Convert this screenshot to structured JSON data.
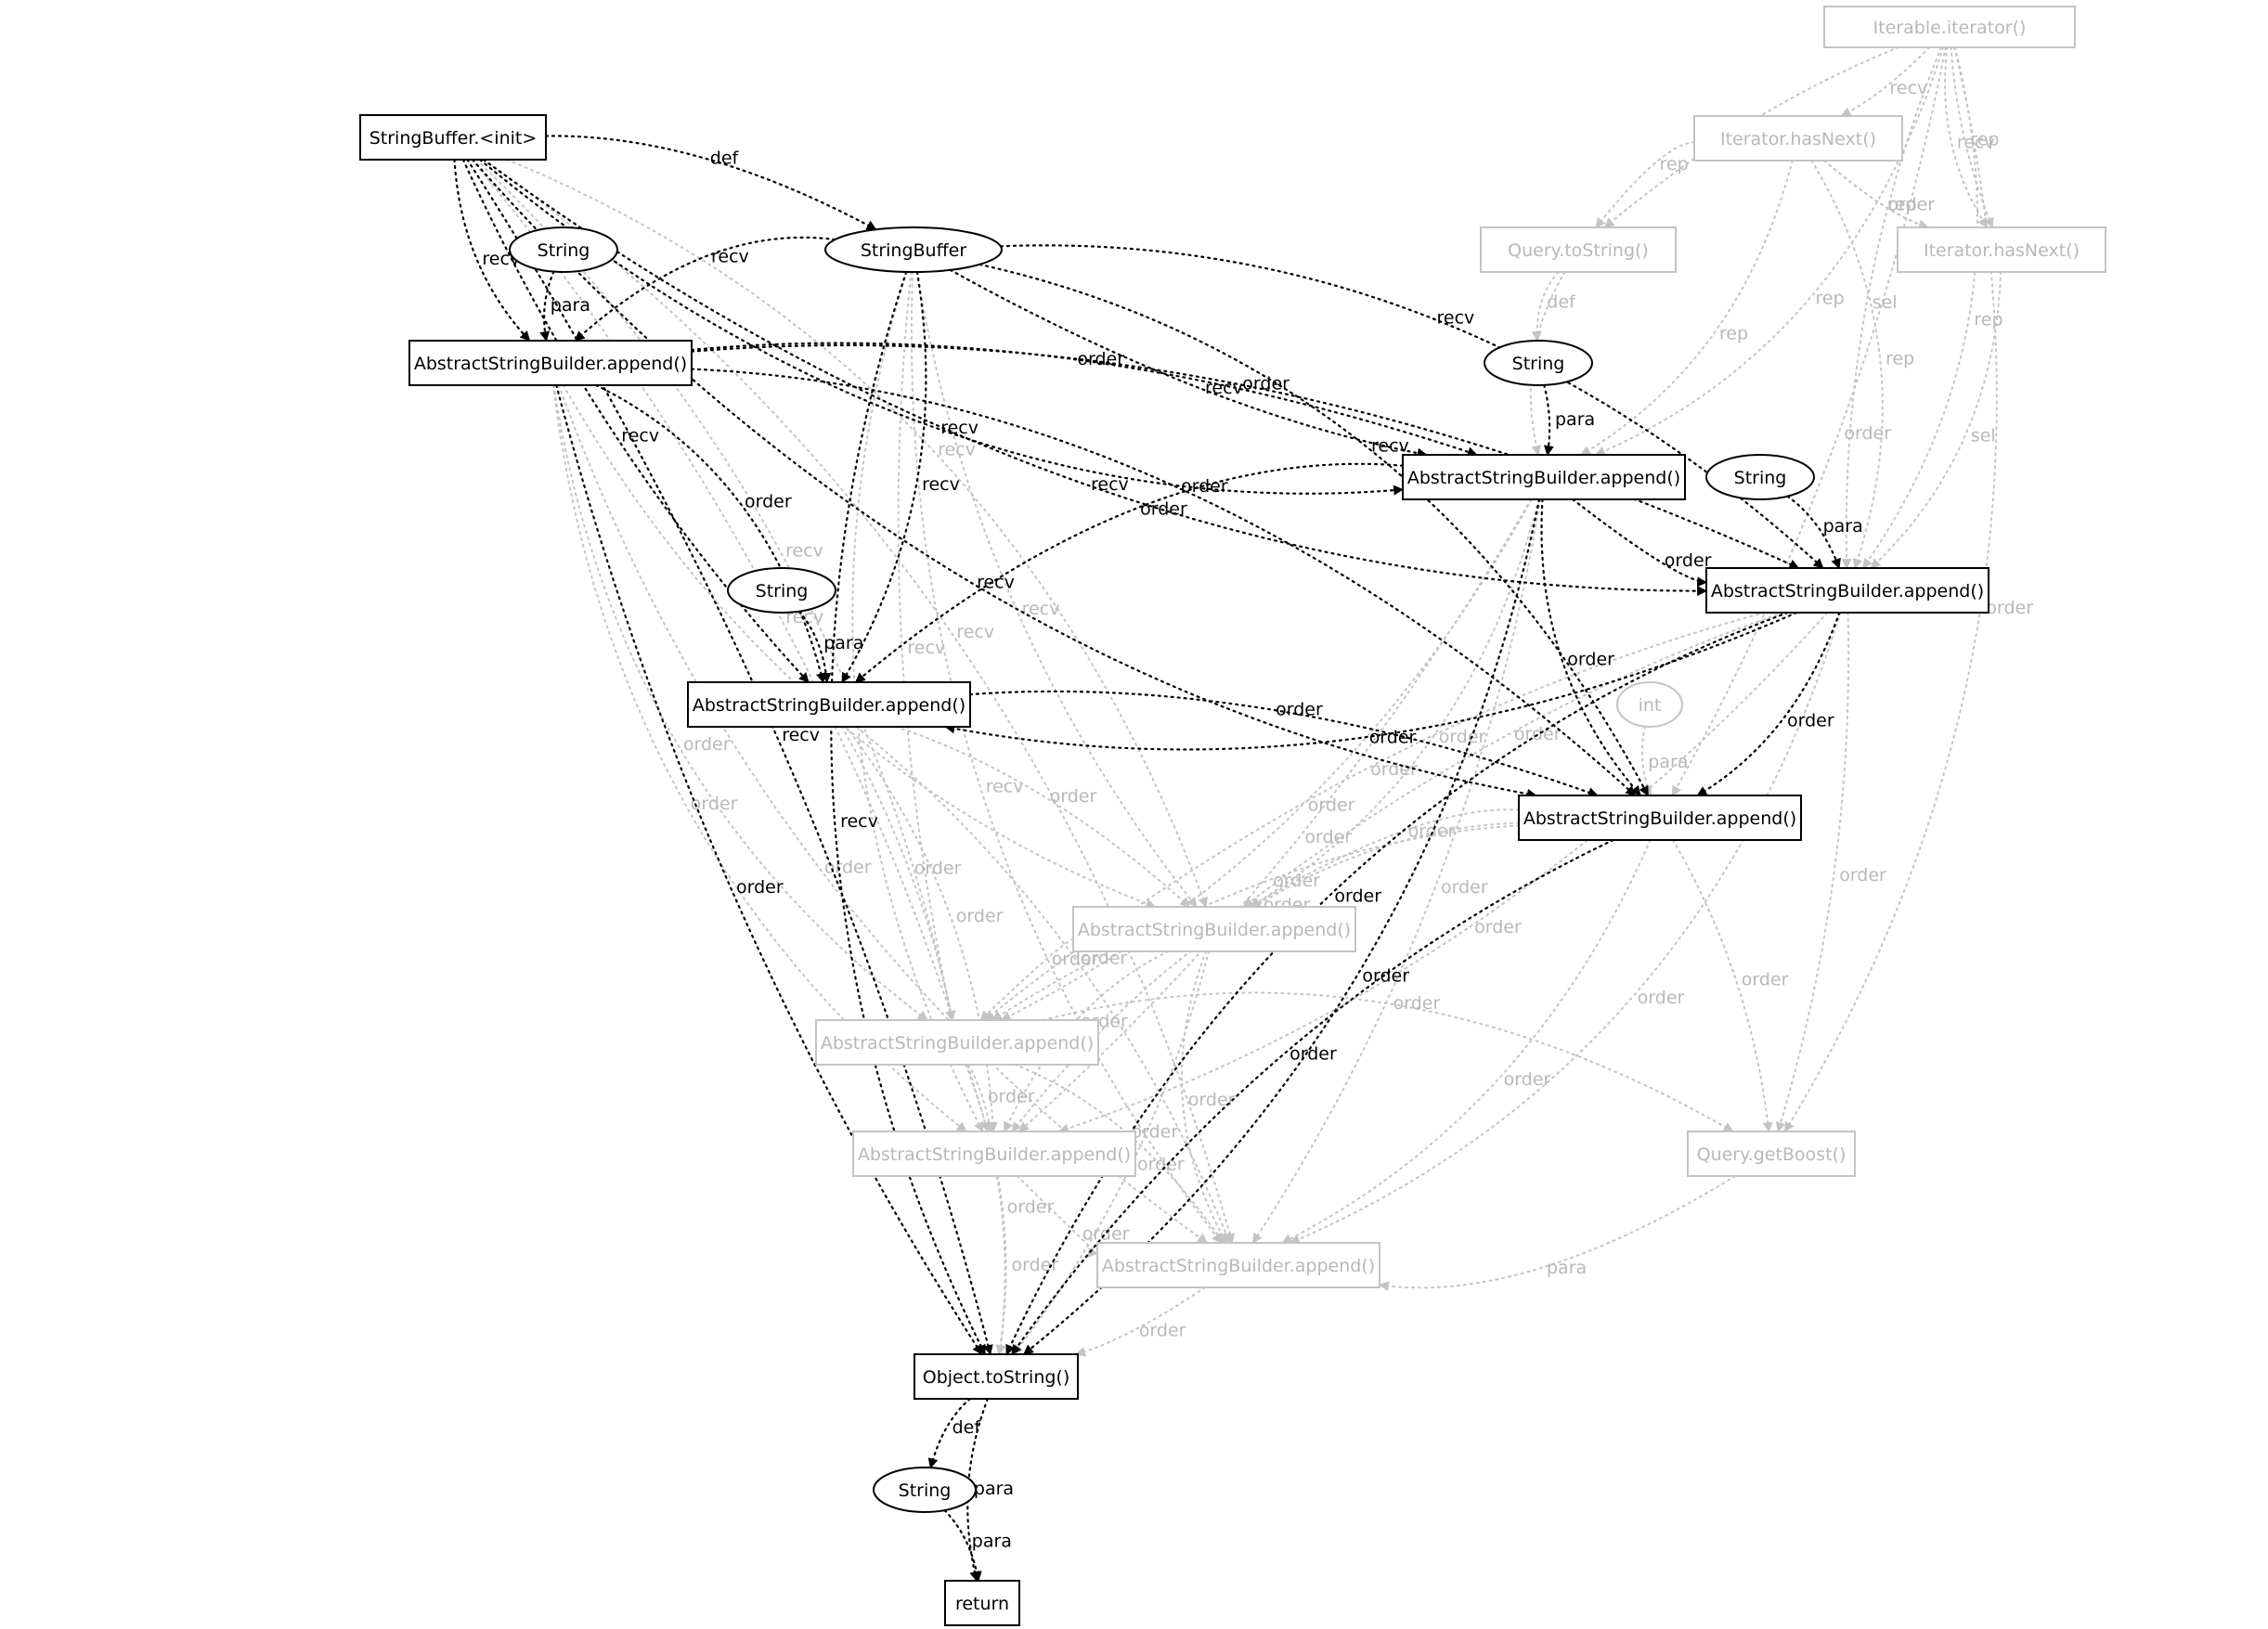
{
  "nodes": {
    "n_iter_iterator": {
      "label": "Iterable.iterator()",
      "shape": "box",
      "faint": true
    },
    "n_sb_init": {
      "label": "StringBuffer.<init>",
      "shape": "box",
      "faint": false
    },
    "n_hasnext1": {
      "label": "Iterator.hasNext()",
      "shape": "box",
      "faint": true
    },
    "n_query_tostring": {
      "label": "Query.toString()",
      "shape": "box",
      "faint": true
    },
    "n_hasnext2": {
      "label": "Iterator.hasNext()",
      "shape": "box",
      "faint": true
    },
    "n_string1": {
      "label": "String",
      "shape": "ellipse",
      "faint": false
    },
    "n_stringbuffer": {
      "label": "StringBuffer",
      "shape": "ellipse",
      "faint": false
    },
    "n_asb_a": {
      "label": "AbstractStringBuilder.append()",
      "shape": "box",
      "faint": false
    },
    "n_string2": {
      "label": "String",
      "shape": "ellipse",
      "faint": false
    },
    "n_asb_b": {
      "label": "AbstractStringBuilder.append()",
      "shape": "box",
      "faint": false
    },
    "n_string3": {
      "label": "String",
      "shape": "ellipse",
      "faint": false
    },
    "n_asb_c": {
      "label": "AbstractStringBuilder.append()",
      "shape": "box",
      "faint": false
    },
    "n_string4": {
      "label": "String",
      "shape": "ellipse",
      "faint": false
    },
    "n_asb_d": {
      "label": "AbstractStringBuilder.append()",
      "shape": "box",
      "faint": false
    },
    "n_int": {
      "label": "int",
      "shape": "ellipse",
      "faint": true
    },
    "n_asb_e": {
      "label": "AbstractStringBuilder.append()",
      "shape": "box",
      "faint": false
    },
    "n_asb_f": {
      "label": "AbstractStringBuilder.append()",
      "shape": "box",
      "faint": true
    },
    "n_asb_g": {
      "label": "AbstractStringBuilder.append()",
      "shape": "box",
      "faint": true
    },
    "n_asb_h": {
      "label": "AbstractStringBuilder.append()",
      "shape": "box",
      "faint": true
    },
    "n_getboost": {
      "label": "Query.getBoost()",
      "shape": "box",
      "faint": true
    },
    "n_asb_i": {
      "label": "AbstractStringBuilder.append()",
      "shape": "box",
      "faint": true
    },
    "n_obj_tostring": {
      "label": "Object.toString()",
      "shape": "box",
      "faint": false
    },
    "n_string5": {
      "label": "String",
      "shape": "ellipse",
      "faint": false
    },
    "n_return": {
      "label": "return",
      "shape": "box",
      "faint": false
    }
  },
  "edges": [
    {
      "from": "n_sb_init",
      "to": "n_stringbuffer",
      "label": "def",
      "faint": false
    },
    {
      "from": "n_sb_init",
      "to": "n_asb_a",
      "label": "recv",
      "faint": false
    },
    {
      "from": "n_sb_init",
      "to": "n_asb_b",
      "label": "recv",
      "faint": false
    },
    {
      "from": "n_sb_init",
      "to": "n_asb_c",
      "label": "recv",
      "faint": false
    },
    {
      "from": "n_sb_init",
      "to": "n_asb_d",
      "label": "recv",
      "faint": false
    },
    {
      "from": "n_sb_init",
      "to": "n_asb_e",
      "label": "recv",
      "faint": false
    },
    {
      "from": "n_sb_init",
      "to": "n_obj_tostring",
      "label": "recv",
      "faint": false
    },
    {
      "from": "n_string1",
      "to": "n_asb_a",
      "label": "para",
      "faint": false
    },
    {
      "from": "n_stringbuffer",
      "to": "n_asb_a",
      "label": "recv",
      "faint": false
    },
    {
      "from": "n_stringbuffer",
      "to": "n_asb_b",
      "label": "recv",
      "faint": false
    },
    {
      "from": "n_stringbuffer",
      "to": "n_asb_c",
      "label": "recv",
      "faint": false
    },
    {
      "from": "n_stringbuffer",
      "to": "n_asb_d",
      "label": "recv",
      "faint": false
    },
    {
      "from": "n_stringbuffer",
      "to": "n_asb_e",
      "label": "recv",
      "faint": false
    },
    {
      "from": "n_stringbuffer",
      "to": "n_obj_tostring",
      "label": "recv",
      "faint": false
    },
    {
      "from": "n_asb_a",
      "to": "n_asb_b",
      "label": "order",
      "faint": false
    },
    {
      "from": "n_asb_a",
      "to": "n_asb_c",
      "label": "order",
      "faint": false
    },
    {
      "from": "n_asb_a",
      "to": "n_asb_d",
      "label": "order",
      "faint": false
    },
    {
      "from": "n_asb_a",
      "to": "n_asb_e",
      "label": "order",
      "faint": false
    },
    {
      "from": "n_asb_a",
      "to": "n_obj_tostring",
      "label": "order",
      "faint": false
    },
    {
      "from": "n_string2",
      "to": "n_asb_b",
      "label": "para",
      "faint": false
    },
    {
      "from": "n_asb_b",
      "to": "n_asb_c",
      "label": "order",
      "faint": false
    },
    {
      "from": "n_asb_b",
      "to": "n_asb_d",
      "label": "order",
      "faint": false
    },
    {
      "from": "n_asb_b",
      "to": "n_asb_e",
      "label": "order",
      "faint": false
    },
    {
      "from": "n_asb_b",
      "to": "n_obj_tostring",
      "label": "order",
      "faint": false
    },
    {
      "from": "n_string3",
      "to": "n_asb_c",
      "label": "para",
      "faint": false
    },
    {
      "from": "n_asb_c",
      "to": "n_asb_d",
      "label": "order",
      "faint": false
    },
    {
      "from": "n_asb_c",
      "to": "n_asb_e",
      "label": "order",
      "faint": false
    },
    {
      "from": "n_asb_c",
      "to": "n_obj_tostring",
      "label": "order",
      "faint": false
    },
    {
      "from": "n_string4",
      "to": "n_asb_d",
      "label": "para",
      "faint": false
    },
    {
      "from": "n_asb_d",
      "to": "n_asb_e",
      "label": "order",
      "faint": false
    },
    {
      "from": "n_asb_e",
      "to": "n_obj_tostring",
      "label": "order",
      "faint": false
    },
    {
      "from": "n_obj_tostring",
      "to": "n_string5",
      "label": "def",
      "faint": false
    },
    {
      "from": "n_obj_tostring",
      "to": "n_return",
      "label": "para",
      "faint": false
    },
    {
      "from": "n_string5",
      "to": "n_return",
      "label": "para",
      "faint": false
    },
    {
      "from": "n_iter_iterator",
      "to": "n_hasnext1",
      "label": "recv",
      "faint": true
    },
    {
      "from": "n_iter_iterator",
      "to": "n_query_tostring",
      "label": "rep",
      "faint": true
    },
    {
      "from": "n_iter_iterator",
      "to": "n_hasnext2",
      "label": "recv",
      "faint": true
    },
    {
      "from": "n_iter_iterator",
      "to": "n_hasnext2",
      "label": "rep",
      "faint": true
    },
    {
      "from": "n_iter_iterator",
      "to": "n_asb_b",
      "label": "rep",
      "faint": true
    },
    {
      "from": "n_iter_iterator",
      "to": "n_asb_c",
      "label": "sel",
      "faint": true
    },
    {
      "from": "n_iter_iterator",
      "to": "n_asb_c",
      "label": "rep",
      "faint": true
    },
    {
      "from": "n_iter_iterator",
      "to": "n_asb_e",
      "label": "order",
      "faint": true
    },
    {
      "from": "n_iter_iterator",
      "to": "n_getboost",
      "label": "order",
      "faint": true
    },
    {
      "from": "n_hasnext1",
      "to": "n_query_tostring",
      "label": "rep",
      "faint": true
    },
    {
      "from": "n_hasnext1",
      "to": "n_hasnext2",
      "label": "order",
      "faint": true
    },
    {
      "from": "n_hasnext1",
      "to": "n_hasnext2",
      "label": "rep",
      "faint": true
    },
    {
      "from": "n_hasnext1",
      "to": "n_asb_b",
      "label": "rep",
      "faint": true
    },
    {
      "from": "n_hasnext1",
      "to": "n_asb_c",
      "label": "rep",
      "faint": true
    },
    {
      "from": "n_query_tostring",
      "to": "n_string2",
      "label": "def",
      "faint": true
    },
    {
      "from": "n_query_tostring",
      "to": "n_asb_b",
      "label": "para",
      "faint": true
    },
    {
      "from": "n_hasnext2",
      "to": "n_asb_c",
      "label": "sel",
      "faint": true
    },
    {
      "from": "n_int",
      "to": "n_asb_e",
      "label": "para",
      "faint": true
    },
    {
      "from": "n_sb_init",
      "to": "n_asb_f",
      "label": "recv",
      "faint": true
    },
    {
      "from": "n_sb_init",
      "to": "n_asb_g",
      "label": "recv",
      "faint": true
    },
    {
      "from": "n_sb_init",
      "to": "n_asb_h",
      "label": "recv",
      "faint": true
    },
    {
      "from": "n_sb_init",
      "to": "n_asb_i",
      "label": "recv",
      "faint": true
    },
    {
      "from": "n_stringbuffer",
      "to": "n_asb_f",
      "label": "recv",
      "faint": true
    },
    {
      "from": "n_stringbuffer",
      "to": "n_asb_g",
      "label": "recv",
      "faint": true
    },
    {
      "from": "n_stringbuffer",
      "to": "n_asb_h",
      "label": "recv",
      "faint": true
    },
    {
      "from": "n_stringbuffer",
      "to": "n_asb_i",
      "label": "recv",
      "faint": true
    },
    {
      "from": "n_asb_a",
      "to": "n_asb_f",
      "label": "order",
      "faint": true
    },
    {
      "from": "n_asb_a",
      "to": "n_asb_g",
      "label": "order",
      "faint": true
    },
    {
      "from": "n_asb_a",
      "to": "n_asb_h",
      "label": "order",
      "faint": true
    },
    {
      "from": "n_asb_a",
      "to": "n_asb_i",
      "label": "order",
      "faint": true
    },
    {
      "from": "n_asb_b",
      "to": "n_asb_f",
      "label": "order",
      "faint": true
    },
    {
      "from": "n_asb_b",
      "to": "n_asb_g",
      "label": "order",
      "faint": true
    },
    {
      "from": "n_asb_b",
      "to": "n_asb_h",
      "label": "order",
      "faint": true
    },
    {
      "from": "n_asb_b",
      "to": "n_asb_i",
      "label": "order",
      "faint": true
    },
    {
      "from": "n_asb_c",
      "to": "n_asb_f",
      "label": "order",
      "faint": true
    },
    {
      "from": "n_asb_c",
      "to": "n_asb_g",
      "label": "order",
      "faint": true
    },
    {
      "from": "n_asb_c",
      "to": "n_asb_h",
      "label": "order",
      "faint": true
    },
    {
      "from": "n_asb_c",
      "to": "n_asb_i",
      "label": "order",
      "faint": true
    },
    {
      "from": "n_asb_c",
      "to": "n_getboost",
      "label": "order",
      "faint": true
    },
    {
      "from": "n_asb_d",
      "to": "n_asb_f",
      "label": "order",
      "faint": true
    },
    {
      "from": "n_asb_d",
      "to": "n_asb_g",
      "label": "order",
      "faint": true
    },
    {
      "from": "n_asb_d",
      "to": "n_asb_h",
      "label": "order",
      "faint": true
    },
    {
      "from": "n_asb_d",
      "to": "n_asb_i",
      "label": "order",
      "faint": true
    },
    {
      "from": "n_asb_e",
      "to": "n_asb_f",
      "label": "order",
      "faint": true
    },
    {
      "from": "n_asb_e",
      "to": "n_asb_g",
      "label": "order",
      "faint": true
    },
    {
      "from": "n_asb_e",
      "to": "n_asb_h",
      "label": "order",
      "faint": true
    },
    {
      "from": "n_asb_e",
      "to": "n_asb_i",
      "label": "order",
      "faint": true
    },
    {
      "from": "n_asb_e",
      "to": "n_getboost",
      "label": "order",
      "faint": true
    },
    {
      "from": "n_asb_f",
      "to": "n_asb_g",
      "label": "order",
      "faint": true
    },
    {
      "from": "n_asb_f",
      "to": "n_asb_h",
      "label": "order",
      "faint": true
    },
    {
      "from": "n_asb_f",
      "to": "n_asb_i",
      "label": "order",
      "faint": true
    },
    {
      "from": "n_asb_g",
      "to": "n_asb_h",
      "label": "order",
      "faint": true
    },
    {
      "from": "n_asb_g",
      "to": "n_asb_i",
      "label": "order",
      "faint": true
    },
    {
      "from": "n_asb_g",
      "to": "n_getboost",
      "label": "order",
      "faint": true
    },
    {
      "from": "n_asb_h",
      "to": "n_asb_i",
      "label": "order",
      "faint": true
    },
    {
      "from": "n_asb_h",
      "to": "n_obj_tostring",
      "label": "order",
      "faint": true
    },
    {
      "from": "n_getboost",
      "to": "n_asb_i",
      "label": "para",
      "faint": true
    },
    {
      "from": "n_asb_i",
      "to": "n_obj_tostring",
      "label": "order",
      "faint": true
    },
    {
      "from": "n_asb_f",
      "to": "n_obj_tostring",
      "label": "order",
      "faint": true
    },
    {
      "from": "n_asb_g",
      "to": "n_obj_tostring",
      "label": "order",
      "faint": true
    }
  ]
}
